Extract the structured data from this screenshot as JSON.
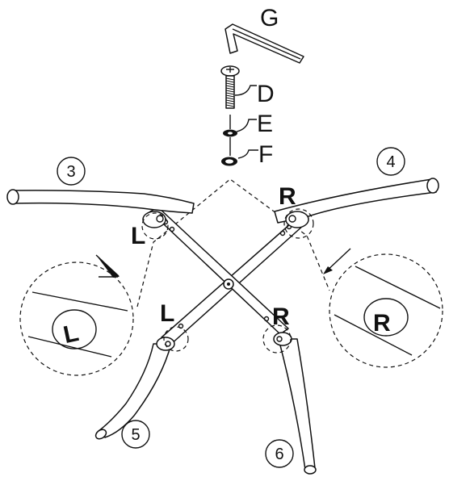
{
  "parts": {
    "hex_key": "G",
    "bolt": "D",
    "lock_washer": "E",
    "flat_washer": "F"
  },
  "legs": {
    "leg_3": "3",
    "leg_4": "4",
    "leg_5": "5",
    "leg_6": "6"
  },
  "markers": {
    "left_top": "L",
    "right_top": "R",
    "left_bottom": "L",
    "right_bottom": "R",
    "left_detail": "L",
    "right_detail": "R"
  }
}
